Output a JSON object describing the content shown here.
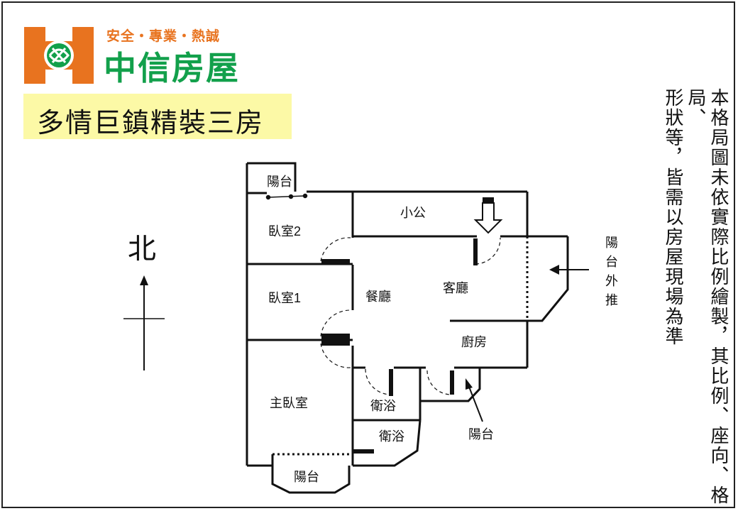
{
  "header": {
    "slogan": "安全・專業・熱誠",
    "brand": "中信房屋",
    "listing_title": "多情巨鎮精裝三房"
  },
  "notice": {
    "line1": "本格局圖未依實際比例繪製，其比例、座向、格局、",
    "line2": "形狀等，皆需以房屋現場為準"
  },
  "compass": {
    "label": "北"
  },
  "rooms": {
    "balcony_top": "陽台",
    "bedroom2": "臥室2",
    "study": "小公",
    "bedroom1": "臥室1",
    "dining": "餐廳",
    "living": "客廳",
    "kitchen": "廚房",
    "master": "主臥室",
    "bath1": "衛浴",
    "bath2": "衛浴",
    "balcony_bottom": "陽台",
    "balcony_pointer": "陽台"
  },
  "annotation": {
    "balcony_extended": [
      "陽",
      "台",
      "外",
      "推"
    ]
  },
  "colors": {
    "brand_green": "#12a04b",
    "brand_orange": "#e8731f",
    "title_bg": "#fcf9a6"
  },
  "icons": [
    "globe-logo-icon",
    "north-arrow-icon",
    "entrance-arrow-icon"
  ]
}
